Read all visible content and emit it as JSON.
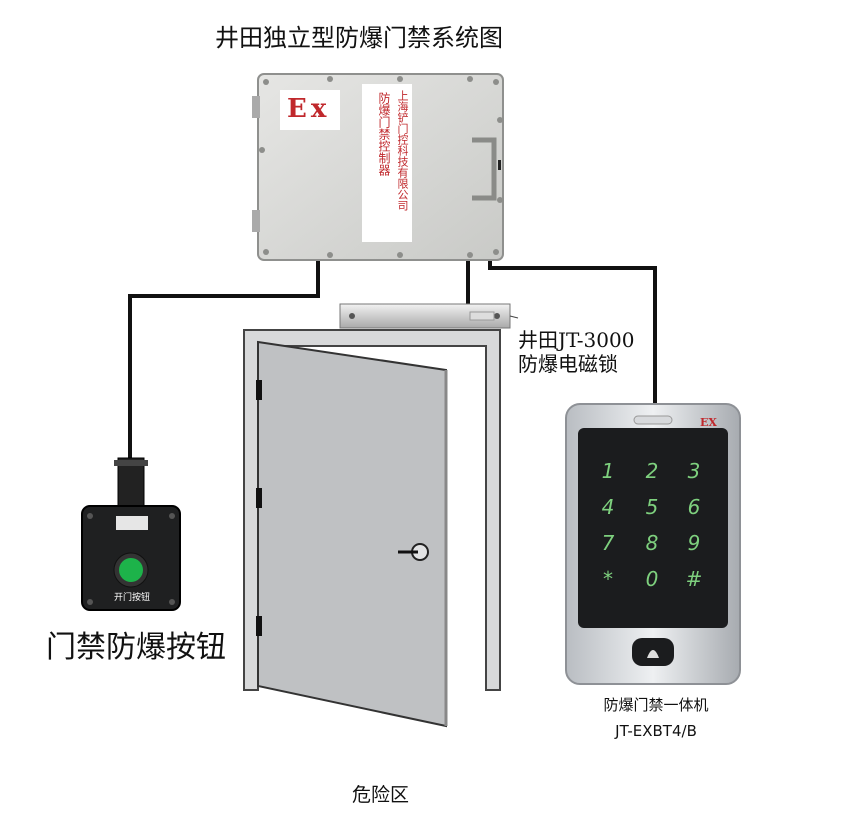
{
  "title": "井田独立型防爆门禁系统图",
  "controller": {
    "ex_mark": "Ex",
    "label_main": "防爆门禁控制器",
    "label_company": "上海铲门控科技有限公司"
  },
  "lock": {
    "label_line1": "井田JT-3000",
    "label_line2": "防爆电磁锁"
  },
  "exit_button": {
    "plate_text": "开门按钮",
    "label": "门禁防爆按钮"
  },
  "keypad": {
    "ex_mark": "EX",
    "keys": [
      "1",
      "2",
      "3",
      "4",
      "5",
      "6",
      "7",
      "8",
      "9",
      "*",
      "0",
      "#"
    ],
    "label_line1": "防爆门禁一体机",
    "label_line2": "JT-EXBT4/B"
  },
  "zone_label": "危险区",
  "colors": {
    "cable": "#111111",
    "ex_red": "#c0282c",
    "keypad_glow": "#7ed07e",
    "door": "#bfc1c3",
    "frame": "#d8d9da"
  }
}
